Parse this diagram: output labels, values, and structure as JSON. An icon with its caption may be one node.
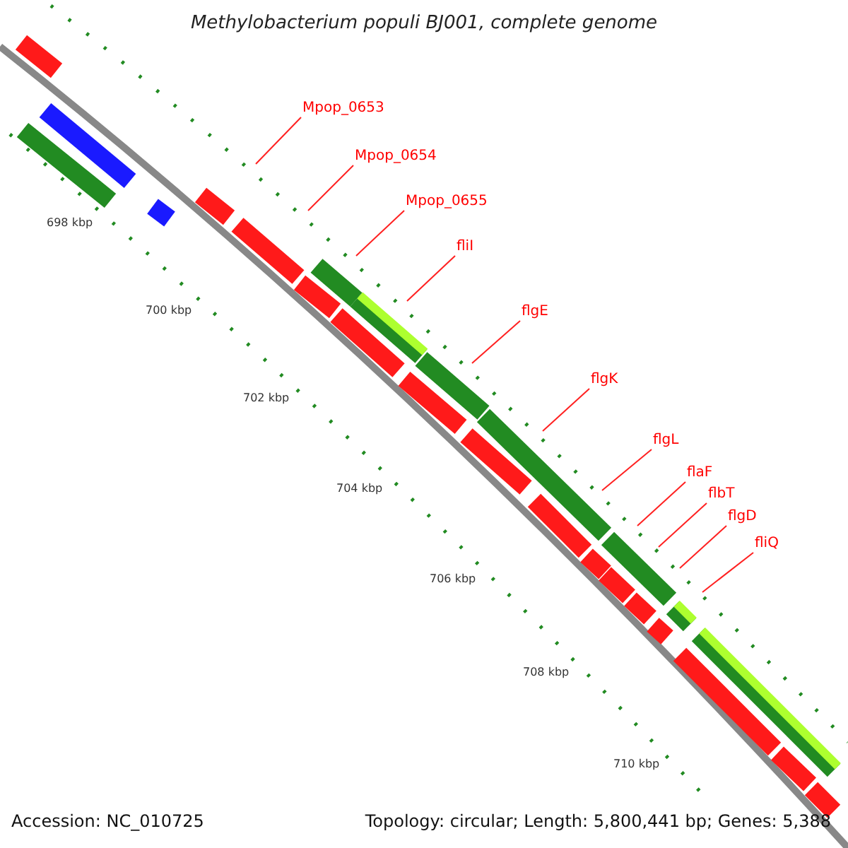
{
  "diagram": {
    "title": "Methylobacterium populi BJ001, complete genome",
    "nodes": [
      {
        "text": [
          "Mpop_0653"
        ]
      },
      {
        "text": [
          "Mpop_0654"
        ]
      },
      {
        "text": [
          "Mpop_0655"
        ]
      },
      {
        "text": [
          "fliI"
        ]
      },
      {
        "text": [
          "flgE"
        ]
      },
      {
        "text": [
          "flgK"
        ]
      },
      {
        "text": [
          "flgL"
        ]
      },
      {
        "text": [
          "flaF"
        ]
      },
      {
        "text": [
          "flbT"
        ]
      },
      {
        "text": [
          "flgD"
        ]
      },
      {
        "text": [
          "fliQ"
        ]
      }
    ],
    "edges": [
      {
        "from": 0,
        "to": null,
        "arrow": "none"
      },
      {
        "from": 1,
        "to": null,
        "arrow": "none"
      },
      {
        "from": 2,
        "to": null,
        "arrow": "none"
      },
      {
        "from": 3,
        "to": null,
        "arrow": "none"
      },
      {
        "from": 4,
        "to": null,
        "arrow": "none"
      },
      {
        "from": 5,
        "to": null,
        "arrow": "none"
      },
      {
        "from": 6,
        "to": null,
        "arrow": "none"
      },
      {
        "from": 7,
        "to": null,
        "arrow": "none"
      },
      {
        "from": 8,
        "to": null,
        "arrow": "none"
      },
      {
        "from": 9,
        "to": null,
        "arrow": "none"
      },
      {
        "from": 10,
        "to": null,
        "arrow": "none"
      }
    ],
    "labels": [
      "698 kbp",
      "700 kbp",
      "702 kbp",
      "704 kbp",
      "706 kbp",
      "708 kbp",
      "710 kbp",
      "Accession: NC_010725",
      "Topology: circular; Length: 5,800,441 bp; Genes: 5,388"
    ]
  }
}
